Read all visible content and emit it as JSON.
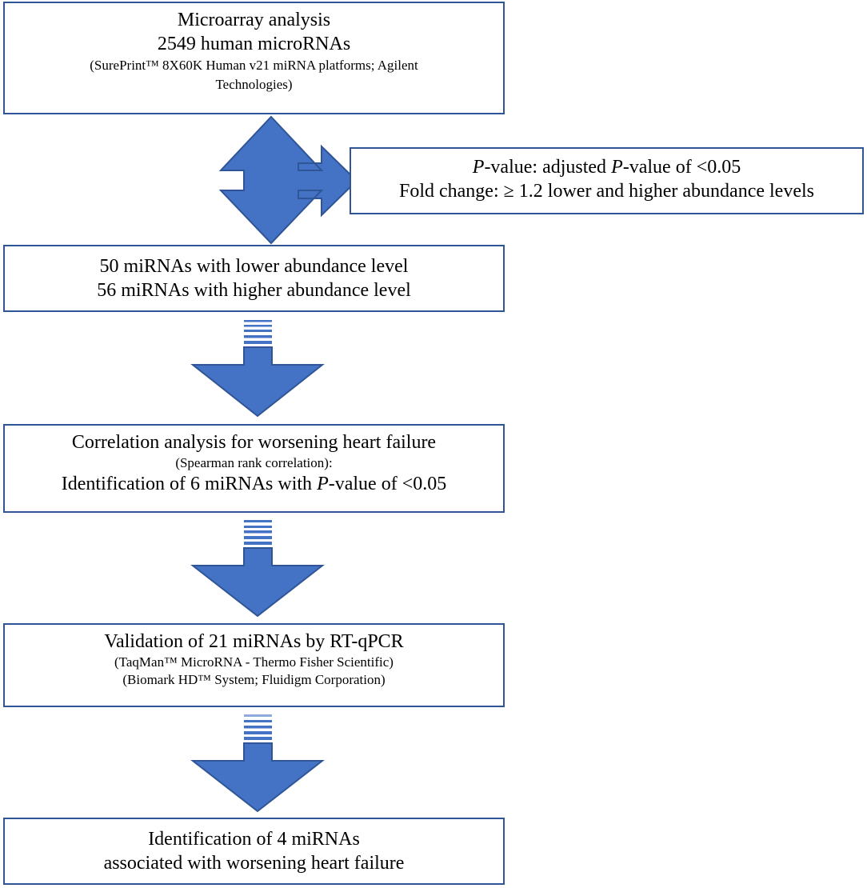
{
  "boxes": {
    "microarray": {
      "line1": "Microarray analysis",
      "line2": "2549 human microRNAs",
      "line3": "(SurePrint™ 8X60K Human v21 miRNA platforms; Agilent",
      "line4": "Technologies)"
    },
    "criteria": {
      "line1_p": "P",
      "line1_a": "-value: adjusted ",
      "line1_p2": "P",
      "line1_b": "-value of <0.05",
      "line2": "Fold change: ≥ 1.2 lower and higher abundance levels"
    },
    "abundance": {
      "line1": "50 miRNAs with lower abundance level",
      "line2": "56 miRNAs with higher abundance level"
    },
    "correlation": {
      "line1": "Correlation analysis for worsening heart failure",
      "line2": "(Spearman rank correlation):",
      "line3_a": "Identification of 6 miRNAs with ",
      "line3_p": "P",
      "line3_b": "-value of <0.05"
    },
    "validation": {
      "line1": "Validation of 21 miRNAs by RT-qPCR",
      "line2": "(TaqMan™ MicroRNA - Thermo Fisher Scientific)",
      "line3": "(Biomark HD™ System; Fluidigm Corporation)"
    },
    "result": {
      "line1": "Identification of 4 miRNAs",
      "line2": "associated with worsening heart failure"
    }
  },
  "colors": {
    "arrow_fill": "#4472c4",
    "arrow_stroke": "#2f5597",
    "border": "#2f5597"
  }
}
